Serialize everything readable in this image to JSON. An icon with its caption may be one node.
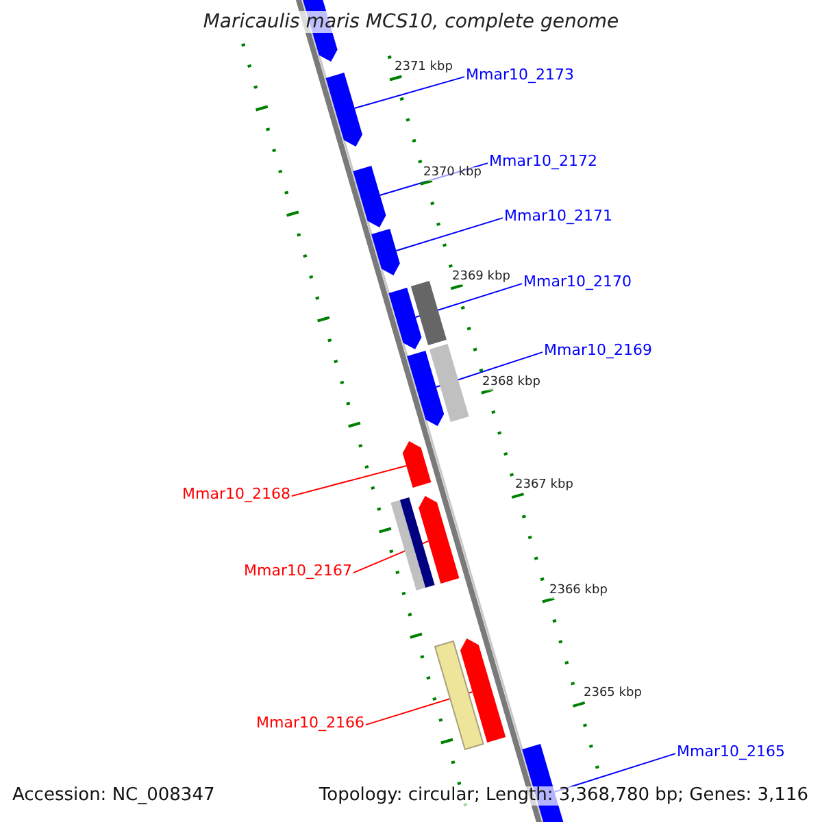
{
  "diagram": {
    "title": "Maricaulis maris MCS10, complete genome",
    "nodes": [
      {
        "text": [
          "Mmar10_2173"
        ]
      },
      {
        "text": [],
        "shape": "arrow"
      },
      {
        "text": [
          "Mmar10_2172"
        ]
      },
      {
        "text": [],
        "shape": "arrow"
      },
      {
        "text": [
          "Mmar10_2171"
        ]
      },
      {
        "text": [],
        "shape": "arrow"
      },
      {
        "text": [
          "Mmar10_2170"
        ]
      },
      {
        "text": [],
        "shape": "arrow"
      },
      {
        "text": [
          "Mmar10_2169"
        ]
      },
      {
        "text": [],
        "shape": "arrow"
      },
      {
        "text": [
          "Mmar10_2168"
        ]
      },
      {
        "text": [],
        "shape": "arrow"
      },
      {
        "text": [
          "Mmar10_2167"
        ]
      },
      {
        "text": [],
        "shape": "arrow"
      },
      {
        "text": [
          "Mmar10_2166"
        ]
      },
      {
        "text": [],
        "shape": "arrow"
      },
      {
        "text": [
          "Mmar10_2165"
        ]
      },
      {
        "text": [],
        "shape": "arrow"
      },
      {
        "text": [],
        "shape": "arrow"
      },
      {
        "text": [],
        "shape": "bar"
      },
      {
        "text": [],
        "shape": "bar"
      },
      {
        "text": [],
        "shape": "bar"
      },
      {
        "text": [],
        "shape": "bar"
      },
      {
        "text": [],
        "shape": "bar"
      }
    ],
    "edges": [
      {
        "from": 0,
        "to": 1,
        "arrow": "none"
      },
      {
        "from": 2,
        "to": 3,
        "arrow": "none"
      },
      {
        "from": 4,
        "to": 5,
        "arrow": "none"
      },
      {
        "from": 6,
        "to": 7,
        "arrow": "none"
      },
      {
        "from": 8,
        "to": 9,
        "arrow": "none"
      },
      {
        "from": 10,
        "to": 11,
        "arrow": "none",
        "color": "#ff0000"
      },
      {
        "from": 12,
        "to": 13,
        "arrow": "none",
        "color": "#ff0000"
      },
      {
        "from": 14,
        "to": 15,
        "arrow": "none",
        "color": "#ff0000"
      },
      {
        "from": 16,
        "to": 17,
        "arrow": "none"
      }
    ],
    "labels": [
      "2371 kbp",
      "2370 kbp",
      "2369 kbp",
      "2368 kbp",
      "2367 kbp",
      "2366 kbp",
      "2365 kbp",
      "Accession: NC_008347",
      "Topology: circular; Length: 3,368,780 bp; Genes: 3,116"
    ]
  }
}
